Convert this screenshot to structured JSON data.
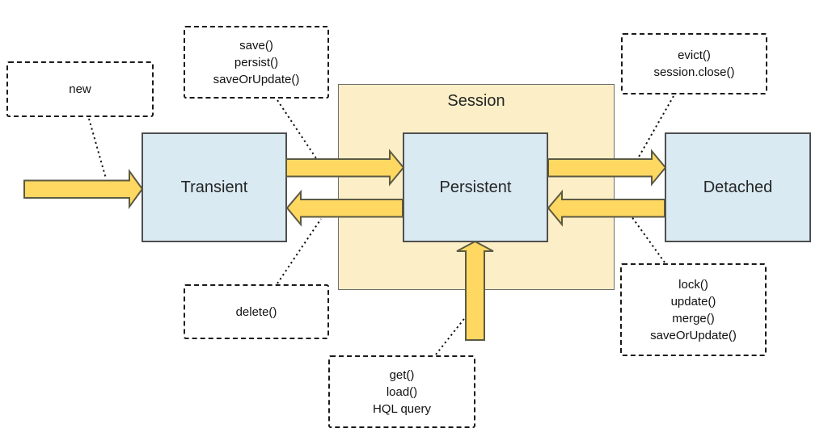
{
  "session": {
    "title": "Session"
  },
  "states": {
    "transient": "Transient",
    "persistent": "Persistent",
    "detached": "Detached"
  },
  "callouts": {
    "new": {
      "lines": [
        "new"
      ]
    },
    "save": {
      "lines": [
        "save()",
        "persist()",
        "saveOrUpdate()"
      ]
    },
    "evict": {
      "lines": [
        "evict()",
        "session.close()"
      ]
    },
    "delete": {
      "lines": [
        "delete()"
      ]
    },
    "get": {
      "lines": [
        "get()",
        "load()",
        "HQL query"
      ]
    },
    "lock": {
      "lines": [
        "lock()",
        "update()",
        "merge()",
        "saveOrUpdate()"
      ]
    }
  },
  "colors": {
    "background": "#ffffff",
    "state_fill": "#d9eaf2",
    "state_border": "#4f4f4f",
    "session_fill": "#fcefc8",
    "session_border": "#6e6e6e",
    "arrow_fill": "#ffd862",
    "arrow_border": "#5c5a43",
    "callout_border": "#1a1a1a",
    "connector": "#141414"
  }
}
